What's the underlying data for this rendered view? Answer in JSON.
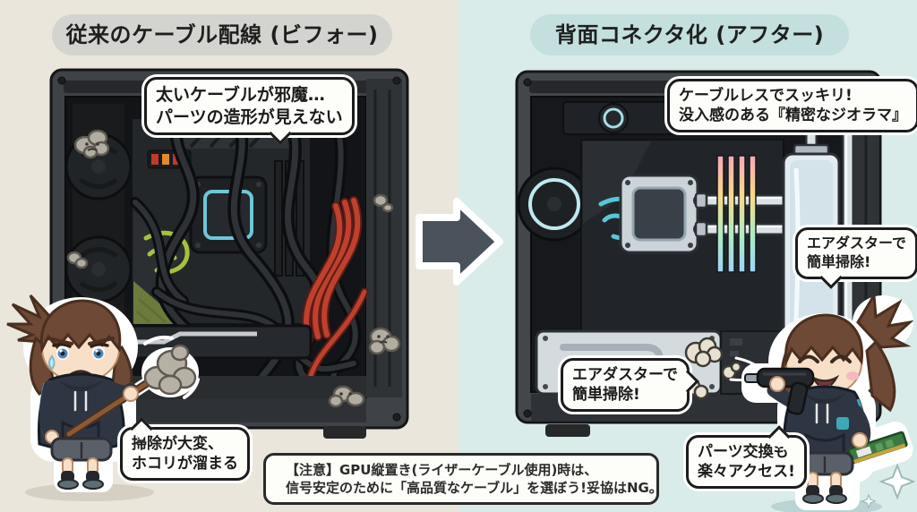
{
  "titles": {
    "before": "従来のケーブル配線 (ビフォー)",
    "after": "背面コネクタ化 (アフター)"
  },
  "bubbles": {
    "before_top": {
      "line1": "太いケーブルが邪魔…",
      "line2": "パーツの造形が見えない"
    },
    "before_bottom": {
      "line1": "掃除が大変、",
      "line2": "ホコリが溜まる"
    },
    "after_top": {
      "line1": "ケーブルレスでスッキリ!",
      "line2": "没入感のある『精密なジオラマ』"
    },
    "after_side": {
      "line1": "エアダスターで",
      "line2": "簡単掃除!"
    },
    "after_center": {
      "line1": "エアダスターで",
      "line2": "簡単掃除!"
    },
    "after_access": {
      "line1": "パーツ交換も",
      "line2": "楽々アクセス!"
    }
  },
  "warning": {
    "line1": "【注意】GPU縦置き(ライザーケーブル使用)時は、",
    "line2": "信号安定のために「高品質なケーブル」を選ぼう!妥協はNG。"
  },
  "palette": {
    "bg_before": "#eae6dc",
    "bg_after": "#d9ecea",
    "pill_before": "#d3d4d0",
    "pill_after": "#c3dfde",
    "bubble_bg": "#fdfdfa",
    "outline": "#1c1c1c",
    "arrow": "#4a525b",
    "warning_yellow": "#f5c528",
    "accent_teal": "#54c8d6",
    "rog_green": "#a6c13d",
    "cable_red": "#bf4030"
  }
}
